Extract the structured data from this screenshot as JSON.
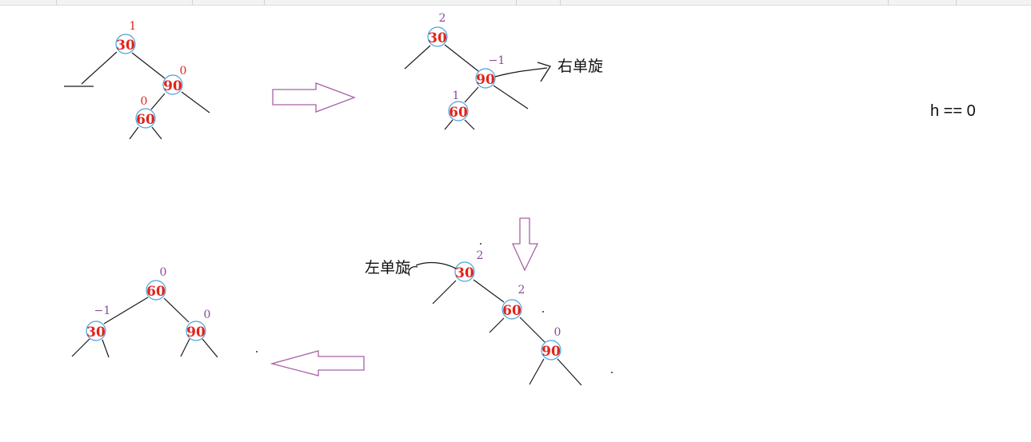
{
  "colors": {
    "node_value": "#e0241b",
    "balance_red": "#e0241b",
    "balance_purple": "#8a4a9a",
    "node_circle": "#4aa3df",
    "arrow": "#a760a8"
  },
  "trees": [
    {
      "name": "tree-1",
      "nodes": [
        {
          "value": "30",
          "bf": "1",
          "bf_color": "red"
        },
        {
          "value": "90",
          "bf": "0",
          "bf_color": "red"
        },
        {
          "value": "60",
          "bf": "0",
          "bf_color": "red"
        }
      ]
    },
    {
      "name": "tree-2",
      "nodes": [
        {
          "value": "30",
          "bf": "2",
          "bf_color": "purple"
        },
        {
          "value": "90",
          "bf": "−1",
          "bf_color": "purple"
        },
        {
          "value": "60",
          "bf": "1",
          "bf_color": "purple"
        }
      ],
      "annotation": "右单旋"
    },
    {
      "name": "tree-3",
      "nodes": [
        {
          "value": "30",
          "bf": "2",
          "bf_color": "purple"
        },
        {
          "value": "60",
          "bf": "2",
          "bf_color": "purple"
        },
        {
          "value": "90",
          "bf": "0",
          "bf_color": "purple"
        }
      ],
      "annotation": "左单旋"
    },
    {
      "name": "tree-4",
      "nodes": [
        {
          "value": "60",
          "bf": "0",
          "bf_color": "purple"
        },
        {
          "value": "30",
          "bf": "−1",
          "bf_color": "purple"
        },
        {
          "value": "90",
          "bf": "0",
          "bf_color": "purple"
        }
      ]
    }
  ],
  "note": "h == 0"
}
